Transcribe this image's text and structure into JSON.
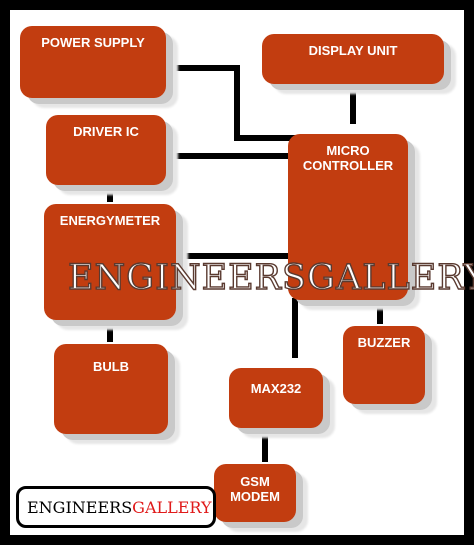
{
  "diagram": {
    "blocks": {
      "power_supply": "POWER SUPPLY",
      "display_unit": "DISPLAY UNIT",
      "driver_ic": "DRIVER IC",
      "microcontroller_line1": "MICRO",
      "microcontroller_line2": "CONTROLLER",
      "energymeter": "ENERGYMETER",
      "bulb": "BULB",
      "buzzer": "BUZZER",
      "max232": "MAX232",
      "gsm_line1": "GSM",
      "gsm_line2": "MODEM"
    },
    "watermark": "ENGINEERSGALLERY",
    "logo": {
      "part1": "ENGINEERS",
      "part2": "GALLERY"
    },
    "colors": {
      "block": "#c23d10",
      "frame": "#000000",
      "logo_accent": "#e01a1a"
    }
  }
}
